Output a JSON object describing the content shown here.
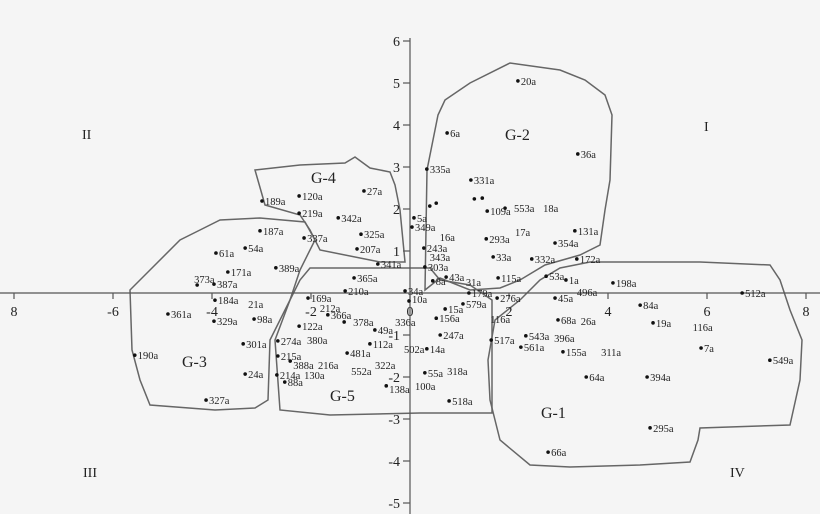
{
  "chart_data": {
    "type": "scatter",
    "title": "",
    "xlabel": "",
    "ylabel": "",
    "xlim": [
      -8,
      8
    ],
    "ylim": [
      -5,
      6
    ],
    "grid": false,
    "x_ticks": [
      "8",
      "-6",
      "-4",
      "-2",
      "0",
      "2",
      "4",
      "6",
      "8"
    ],
    "y_ticks": [
      "6",
      "5",
      "4",
      "3",
      "2",
      "1",
      "-1",
      "-2",
      "-3",
      "-4",
      "-5"
    ],
    "quadrants": [
      "I",
      "II",
      "III",
      "IV"
    ],
    "groups": [
      "G-1",
      "G-2",
      "G-3",
      "G-4",
      "G-5"
    ],
    "points": [
      {
        "label": "20a",
        "x": 2.18,
        "y": 5.05
      },
      {
        "label": "6a",
        "x": 0.75,
        "y": 3.81
      },
      {
        "label": "335a",
        "x": 0.34,
        "y": 2.95
      },
      {
        "label": "331a",
        "x": 1.23,
        "y": 2.69
      },
      {
        "label": "36a",
        "x": 3.39,
        "y": 3.31
      },
      {
        "label": "553a",
        "x": 1.92,
        "y": 2.02
      },
      {
        "label": "109a",
        "x": 1.56,
        "y": 1.95
      },
      {
        "label": "18a",
        "x": 2.69,
        "y": 2.02,
        "nodot": true
      },
      {
        "label": "17a",
        "x": 2.12,
        "y": 1.45,
        "nodot": true
      },
      {
        "label": "131a",
        "x": 3.33,
        "y": 1.48
      },
      {
        "label": "293a",
        "x": 1.54,
        "y": 1.29
      },
      {
        "label": "354a",
        "x": 2.93,
        "y": 1.19
      },
      {
        "label": "16a",
        "x": 0.6,
        "y": 1.22,
        "nodot": true
      },
      {
        "label": "243a",
        "x": 0.28,
        "y": 1.07
      },
      {
        "label": "343a",
        "x": 0.4,
        "y": 0.86,
        "nodot": true
      },
      {
        "label": "303a",
        "x": 0.3,
        "y": 0.62
      },
      {
        "label": "33a",
        "x": 1.68,
        "y": 0.86
      },
      {
        "label": "332a",
        "x": 2.46,
        "y": 0.81
      },
      {
        "label": "172a",
        "x": 3.37,
        "y": 0.81
      },
      {
        "label": "53a",
        "x": 2.75,
        "y": 0.4
      },
      {
        "label": "115a",
        "x": 1.78,
        "y": 0.36
      },
      {
        "label": "43a",
        "x": 0.73,
        "y": 0.38
      },
      {
        "label": "31a",
        "x": 1.13,
        "y": 0.21,
        "nodot": true
      },
      {
        "label": "8a",
        "x": 0.46,
        "y": 0.29
      },
      {
        "label": "1a",
        "x": 3.15,
        "y": 0.31
      },
      {
        "label": "198a",
        "x": 4.1,
        "y": 0.24
      },
      {
        "label": "512a",
        "x": 6.71,
        "y": 0.0
      },
      {
        "label": "5a",
        "x": 0.08,
        "y": 1.79
      },
      {
        "label": "349a",
        "x": 0.04,
        "y": 1.57
      },
      {
        "label": "",
        "x": 0.4,
        "y": 2.07
      },
      {
        "label": "",
        "x": 0.53,
        "y": 2.14
      },
      {
        "label": "",
        "x": 1.3,
        "y": 2.24
      },
      {
        "label": "",
        "x": 1.46,
        "y": 2.26
      },
      {
        "label": "189a",
        "x": -2.99,
        "y": 2.19
      },
      {
        "label": "120a",
        "x": -2.24,
        "y": 2.31
      },
      {
        "label": "27a",
        "x": -0.93,
        "y": 2.43
      },
      {
        "label": "219a",
        "x": -2.24,
        "y": 1.9
      },
      {
        "label": "342a",
        "x": -1.45,
        "y": 1.79
      },
      {
        "label": "325a",
        "x": -0.99,
        "y": 1.4
      },
      {
        "label": "337a",
        "x": -2.14,
        "y": 1.31
      },
      {
        "label": "207a",
        "x": -1.07,
        "y": 1.05
      },
      {
        "label": "341a",
        "x": -0.65,
        "y": 0.69
      },
      {
        "label": "187a",
        "x": -3.03,
        "y": 1.48
      },
      {
        "label": "54a",
        "x": -3.33,
        "y": 1.07
      },
      {
        "label": "61a",
        "x": -3.92,
        "y": 0.95
      },
      {
        "label": "389a",
        "x": -2.71,
        "y": 0.6
      },
      {
        "label": "171a",
        "x": -3.68,
        "y": 0.5
      },
      {
        "label": "373a",
        "x": -4.3,
        "y": 0.19
      },
      {
        "label": "387a",
        "x": -3.96,
        "y": 0.21
      },
      {
        "label": "184a",
        "x": -3.94,
        "y": -0.17
      },
      {
        "label": "21a",
        "x": -3.27,
        "y": -0.26,
        "nodot": true
      },
      {
        "label": "361a",
        "x": -4.89,
        "y": -0.5
      },
      {
        "label": "329a",
        "x": -3.96,
        "y": -0.67
      },
      {
        "label": "98a",
        "x": -3.15,
        "y": -0.62
      },
      {
        "label": "301a",
        "x": -3.37,
        "y": -1.21
      },
      {
        "label": "190a",
        "x": -5.56,
        "y": -1.48
      },
      {
        "label": "24a",
        "x": -3.33,
        "y": -1.93
      },
      {
        "label": "327a",
        "x": -4.12,
        "y": -2.55
      },
      {
        "label": "365a",
        "x": -1.13,
        "y": 0.36
      },
      {
        "label": "210a",
        "x": -1.31,
        "y": 0.05
      },
      {
        "label": "34a",
        "x": -0.1,
        "y": 0.05
      },
      {
        "label": "169a",
        "x": -2.06,
        "y": -0.12
      },
      {
        "label": "10a",
        "x": -0.02,
        "y": -0.19
      },
      {
        "label": "212a",
        "x": -1.82,
        "y": -0.36,
        "nodot": true
      },
      {
        "label": "366a",
        "x": -1.66,
        "y": -0.52
      },
      {
        "label": "378a",
        "x": -1.33,
        "y": -0.69
      },
      {
        "label": "336a",
        "x": -0.3,
        "y": -0.76,
        "nodot": true
      },
      {
        "label": "49a",
        "x": -0.71,
        "y": -0.88
      },
      {
        "label": "122a",
        "x": -2.24,
        "y": -0.79
      },
      {
        "label": "274a",
        "x": -2.67,
        "y": -1.14
      },
      {
        "label": "380a",
        "x": -2.08,
        "y": -1.12,
        "nodot": true
      },
      {
        "label": "112a",
        "x": -0.81,
        "y": -1.21
      },
      {
        "label": "481a",
        "x": -1.27,
        "y": -1.43
      },
      {
        "label": "502a",
        "x": -0.12,
        "y": -1.33,
        "nodot": true
      },
      {
        "label": "215a",
        "x": -2.67,
        "y": -1.5
      },
      {
        "label": "388a",
        "x": -2.42,
        "y": -1.62
      },
      {
        "label": "216a",
        "x": -1.94,
        "y": -1.62,
        "nodot": true
      },
      {
        "label": "322a",
        "x": -0.95,
        "y": -1.71,
        "nodot": true
      },
      {
        "label": "552a",
        "x": -1.19,
        "y": -1.74,
        "nodot": true
      },
      {
        "label": "130a",
        "x": -2.14,
        "y": -1.95,
        "nodot": true
      },
      {
        "label": "214a",
        "x": -2.69,
        "y": -1.95
      },
      {
        "label": "88a",
        "x": -2.53,
        "y": -2.12
      },
      {
        "label": "138a",
        "x": -0.48,
        "y": -2.21
      },
      {
        "label": "100a",
        "x": 0.1,
        "y": -2.21,
        "nodot": true
      },
      {
        "label": "15a",
        "x": 0.71,
        "y": -0.38
      },
      {
        "label": "156a",
        "x": 0.53,
        "y": -0.6
      },
      {
        "label": "579a",
        "x": 1.07,
        "y": -0.26
      },
      {
        "label": "247a",
        "x": 0.61,
        "y": -1.0
      },
      {
        "label": "14a",
        "x": 0.34,
        "y": -1.33
      },
      {
        "label": "55a",
        "x": 0.3,
        "y": -1.9
      },
      {
        "label": "318a",
        "x": 0.75,
        "y": -1.86,
        "nodot": true
      },
      {
        "label": "518a",
        "x": 0.79,
        "y": -2.57
      },
      {
        "label": "179a",
        "x": 1.19,
        "y": 0.0
      },
      {
        "label": "276a",
        "x": 1.76,
        "y": -0.12
      },
      {
        "label": "45a",
        "x": 2.93,
        "y": -0.12
      },
      {
        "label": "496a",
        "x": 3.31,
        "y": 0.02,
        "nodot": true
      },
      {
        "label": "84a",
        "x": 4.65,
        "y": -0.29
      },
      {
        "label": "116a",
        "x": 1.62,
        "y": -0.62,
        "nodot": true
      },
      {
        "label": "68a",
        "x": 2.99,
        "y": -0.64
      },
      {
        "label": "26a",
        "x": 3.45,
        "y": -0.67,
        "nodot": true
      },
      {
        "label": "19a",
        "x": 4.91,
        "y": -0.71
      },
      {
        "label": "116a",
        "x": 5.71,
        "y": -0.81,
        "nodot": true
      },
      {
        "label": "517a",
        "x": 1.64,
        "y": -1.12
      },
      {
        "label": "543a",
        "x": 2.34,
        "y": -1.02
      },
      {
        "label": "396a",
        "x": 2.79,
        "y": -1.07,
        "nodot": true
      },
      {
        "label": "561a",
        "x": 2.24,
        "y": -1.29
      },
      {
        "label": "155a",
        "x": 3.09,
        "y": -1.4
      },
      {
        "label": "311a",
        "x": 3.86,
        "y": -1.4,
        "nodot": true
      },
      {
        "label": "7a",
        "x": 5.88,
        "y": -1.31
      },
      {
        "label": "549a",
        "x": 7.27,
        "y": -1.6
      },
      {
        "label": "64a",
        "x": 3.56,
        "y": -2.0
      },
      {
        "label": "394a",
        "x": 4.79,
        "y": -2.0
      },
      {
        "label": "295a",
        "x": 4.85,
        "y": -3.21
      },
      {
        "label": "66a",
        "x": 2.79,
        "y": -3.79
      }
    ]
  }
}
